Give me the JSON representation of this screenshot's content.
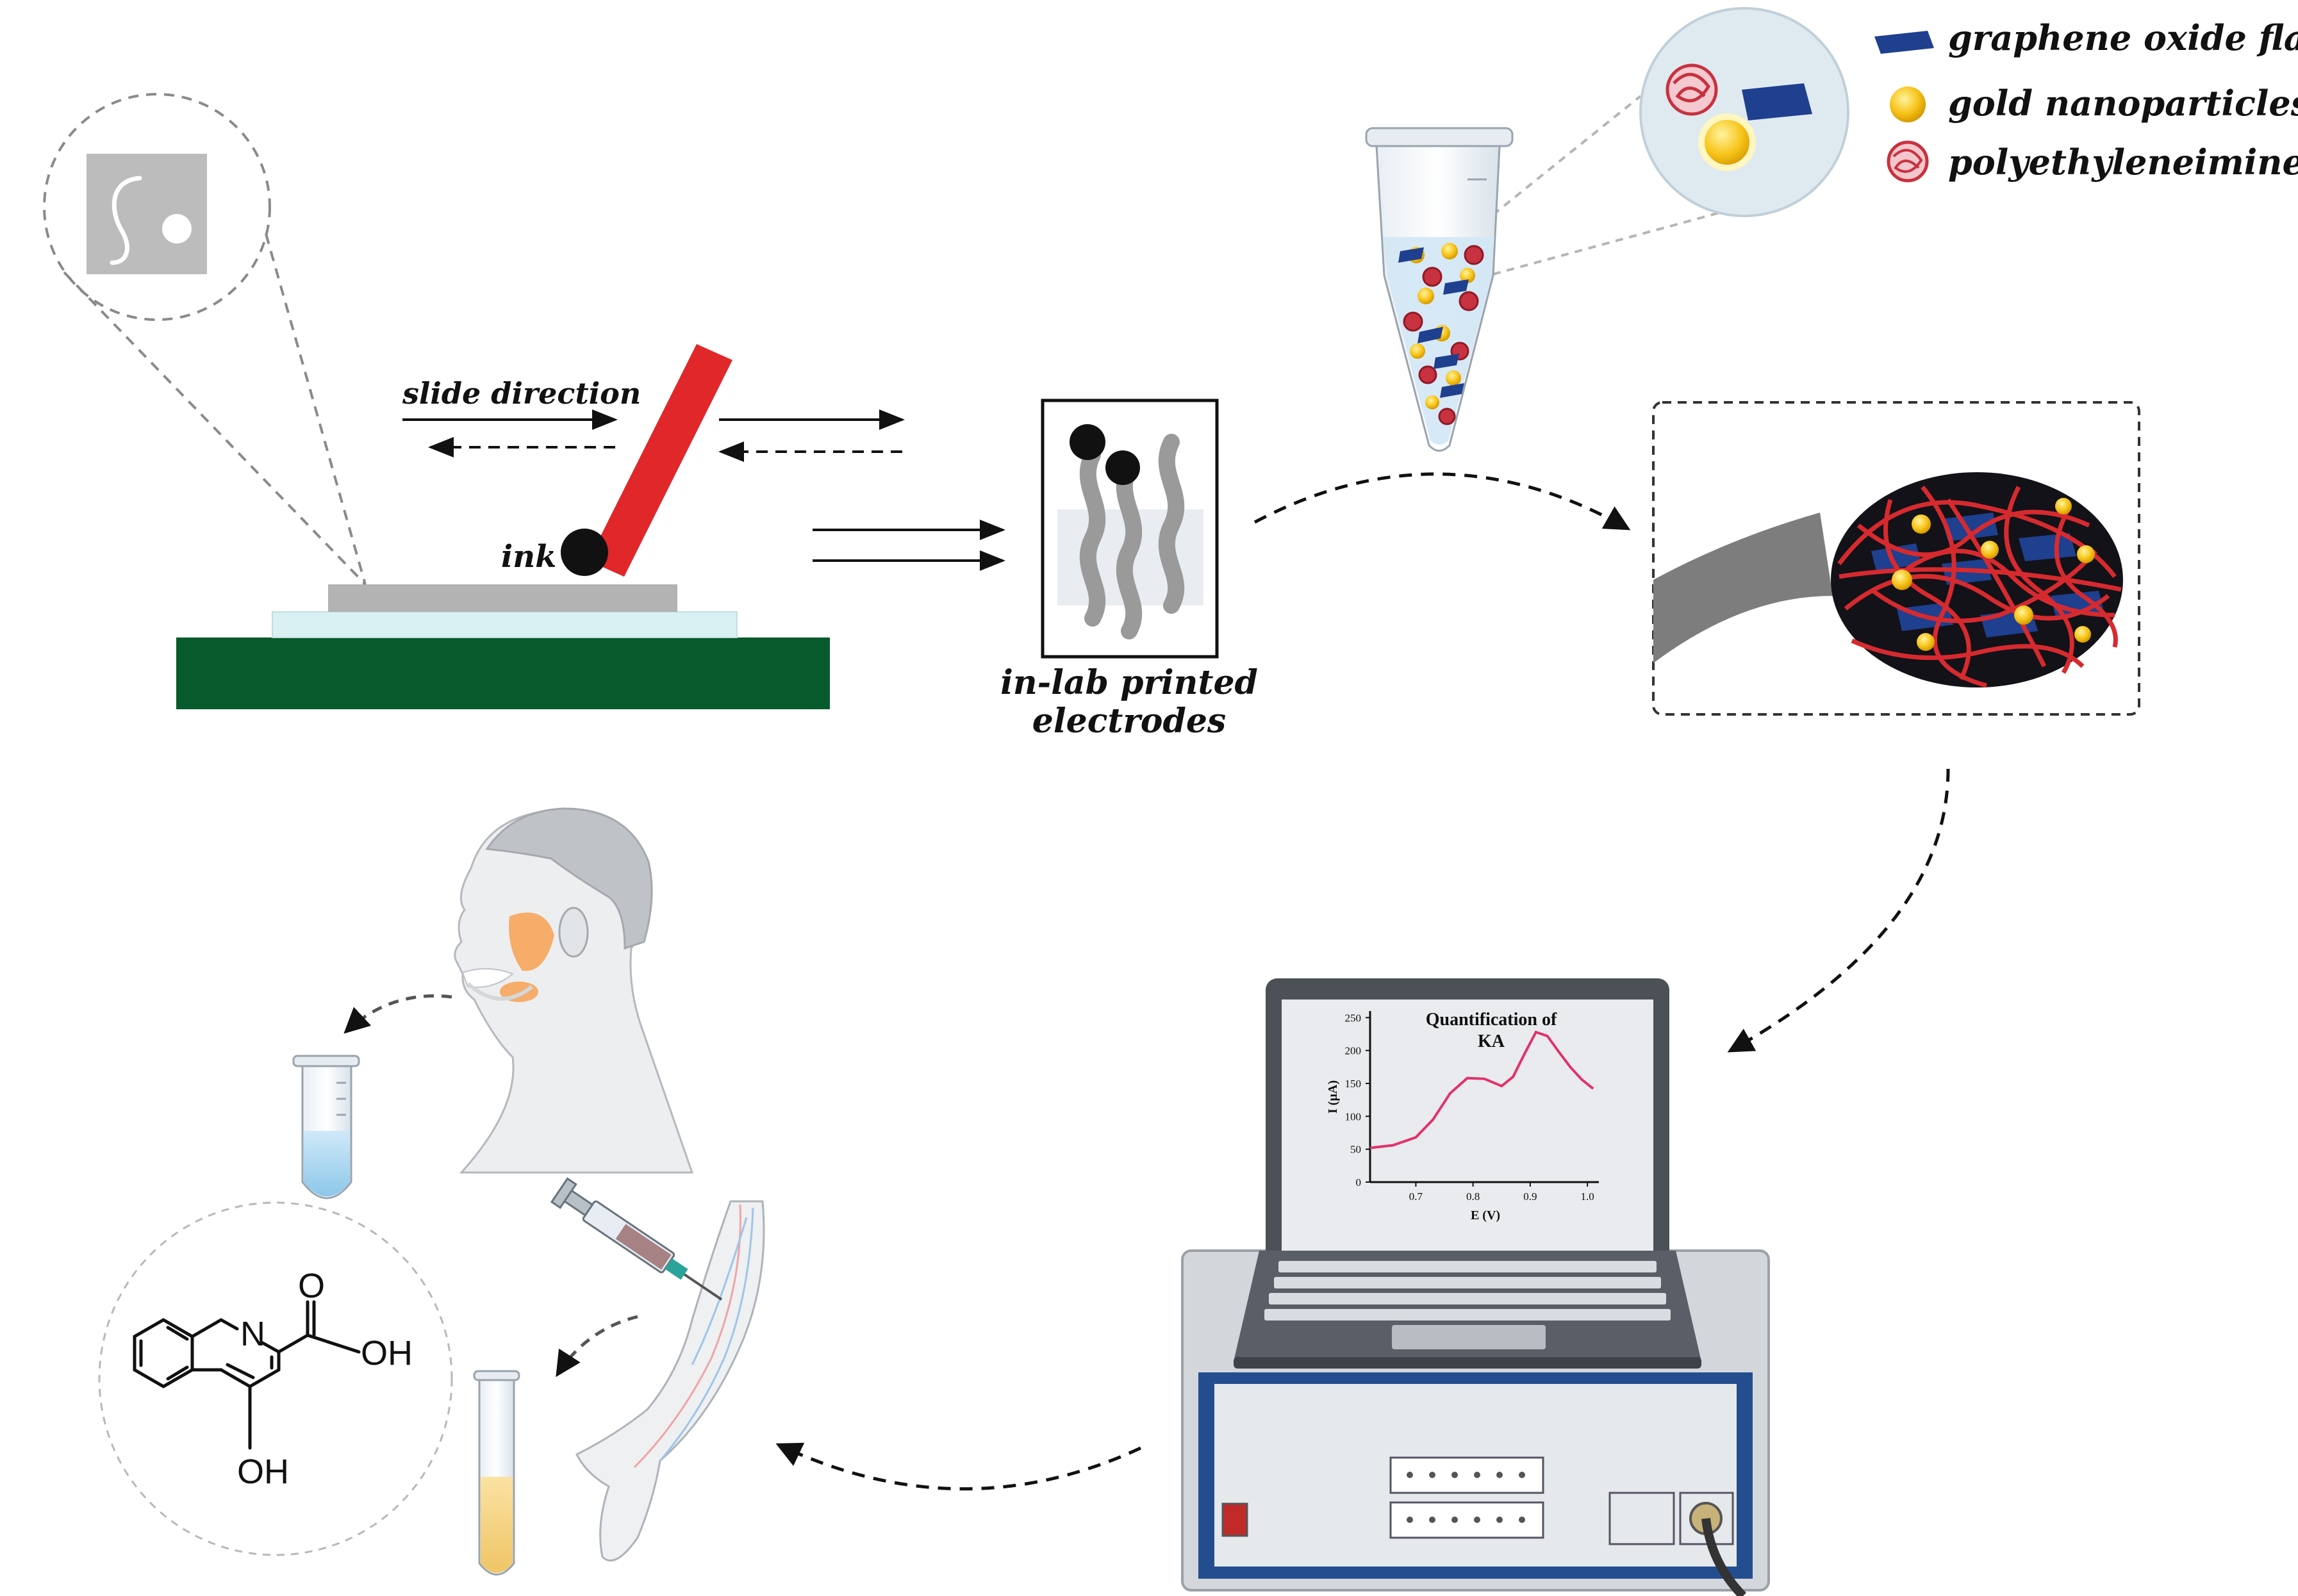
{
  "labels": {
    "slide_direction": "slide direction",
    "ink": "ink",
    "printed_electrodes_line1": "in-lab printed",
    "printed_electrodes_line2": "electrodes"
  },
  "legend": [
    {
      "icon": "graphene-oxide-flake-icon",
      "label": "graphene oxide flake",
      "color": "#1f3f8f"
    },
    {
      "icon": "gold-nanoparticle-icon",
      "label": "gold nanoparticles",
      "color": "#f7c51b"
    },
    {
      "icon": "polyethyleneimine-icon",
      "label": "polyethyleneimine",
      "color": "#d7373f"
    }
  ],
  "chemical": {
    "atom_n": "N",
    "atom_oh_carboxyl": "OH",
    "atom_o": "O",
    "atom_oh_ring": "OH"
  },
  "screen_chart": {
    "title_line1": "Quantification of",
    "title_line2": "KA",
    "chart_data": {
      "type": "line",
      "title": "Quantification of KA",
      "xlabel": "E (V)",
      "ylabel": "I (µA)",
      "xlim": [
        0.62,
        1.02
      ],
      "ylim": [
        0,
        260
      ],
      "xticks": [
        "0.7",
        "0.8",
        "0.9",
        "1.0"
      ],
      "yticks": [
        "0",
        "50",
        "100",
        "150",
        "200",
        "250"
      ],
      "series": [
        {
          "color": "#e0326e",
          "x": [
            0.62,
            0.66,
            0.7,
            0.73,
            0.76,
            0.79,
            0.82,
            0.85,
            0.87,
            0.89,
            0.91,
            0.93,
            0.95,
            0.97,
            0.99,
            1.01
          ],
          "y": [
            52,
            56,
            68,
            95,
            135,
            158,
            157,
            146,
            160,
            195,
            228,
            222,
            198,
            175,
            156,
            142
          ]
        }
      ]
    }
  },
  "colors": {
    "substrate_green": "#065a2b",
    "squeegee_red": "#e0282a",
    "ink_black": "#111111",
    "tube_blue": "#a9d6ef",
    "blood_tube_yellow": "#f4d48a",
    "analyzer_blue": "#234d8f",
    "skin_orange": "#f7a55b"
  }
}
